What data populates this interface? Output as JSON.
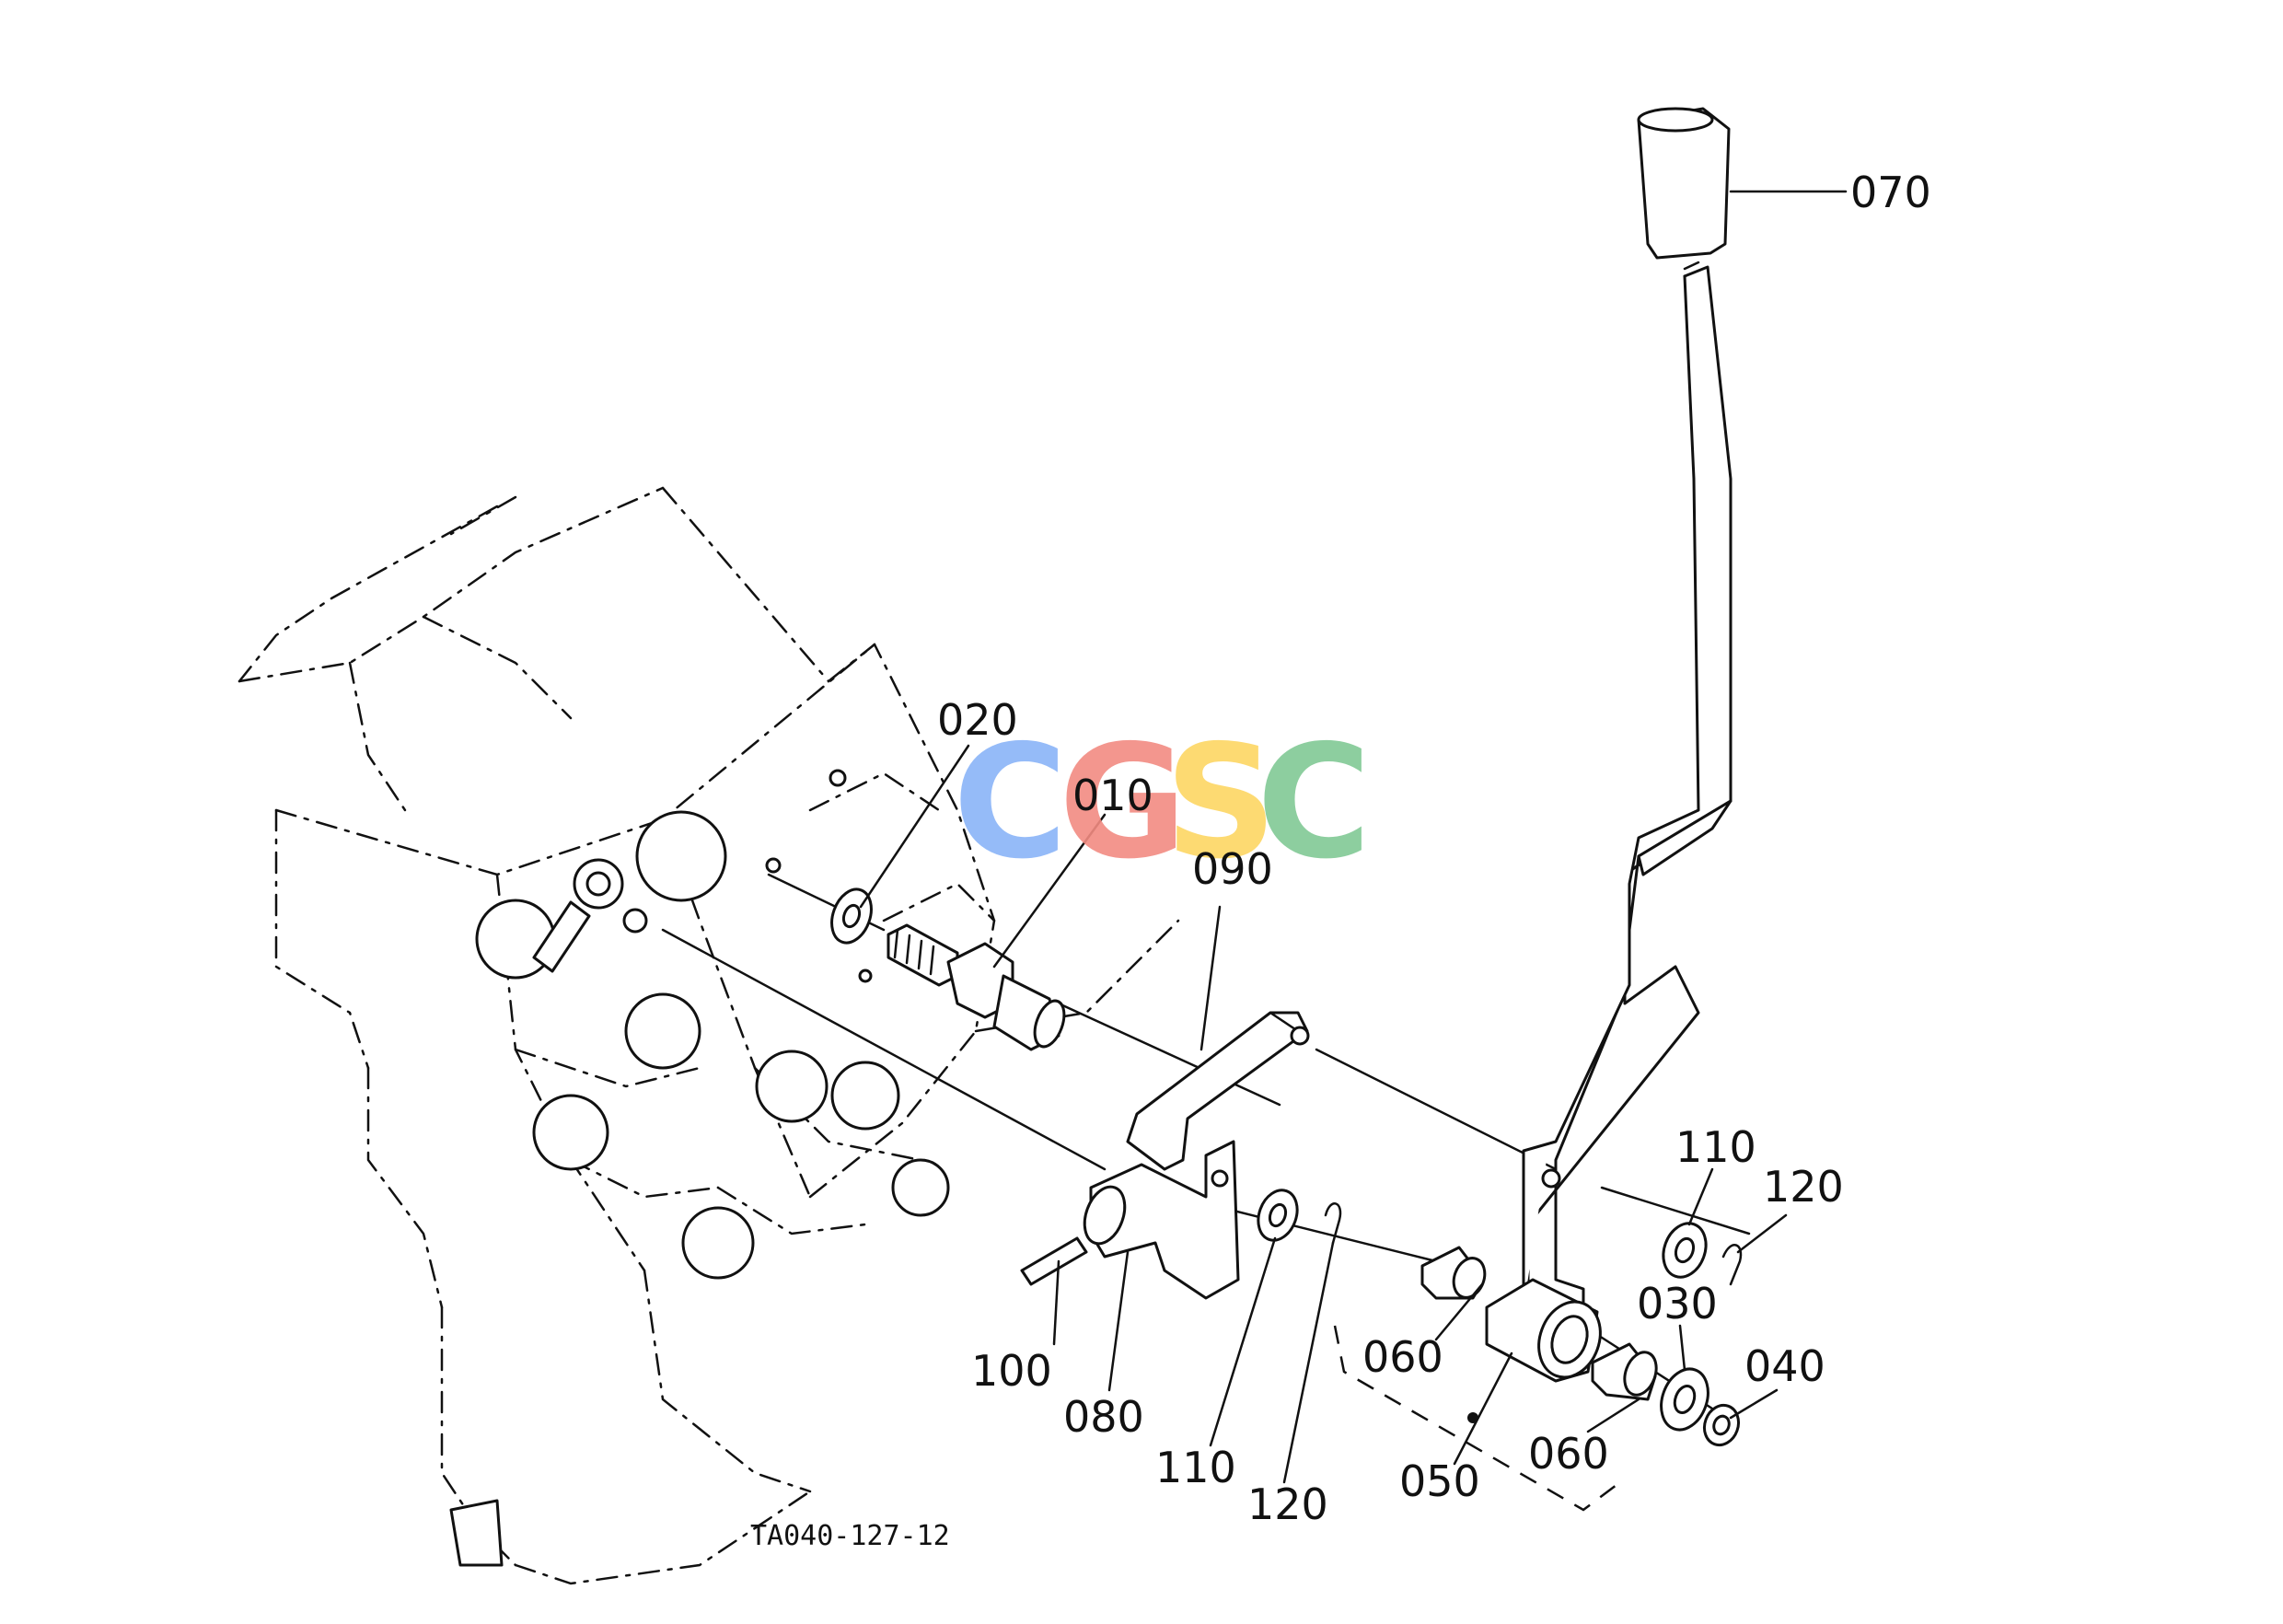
{
  "diagram": {
    "reference_code": "TA040-127-12",
    "watermark": {
      "letters": [
        "C",
        "G",
        "S",
        "C"
      ],
      "colors": [
        "#8ab4f8",
        "#f28b82",
        "#fdd663",
        "#81c995"
      ]
    },
    "labels": {
      "p070": "070",
      "p020": "020",
      "p010": "010",
      "p090": "090",
      "p110a": "110",
      "p120a": "120",
      "p030": "030",
      "p040": "040",
      "p060a": "060",
      "p100": "100",
      "p080": "080",
      "p110b": "110",
      "p120b": "120",
      "p050": "050",
      "p060b": "060"
    }
  }
}
